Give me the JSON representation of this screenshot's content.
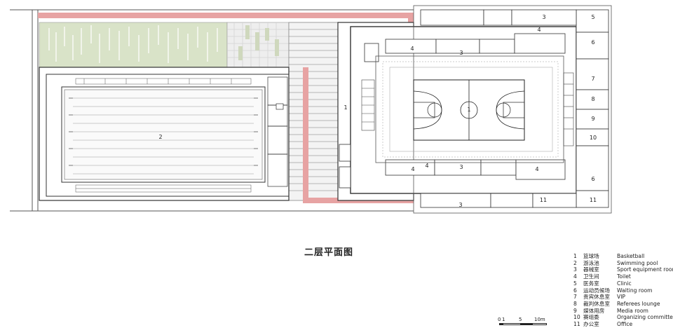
{
  "plan": {
    "title": "二层平面图",
    "room_numbers": [
      "2",
      "1",
      "1",
      "3",
      "3",
      "3",
      "3",
      "4",
      "4",
      "4",
      "4",
      "4",
      "5",
      "6",
      "6",
      "7",
      "8",
      "9",
      "10",
      "11",
      "11"
    ]
  },
  "legend": {
    "items": [
      {
        "num": "1",
        "zh": "篮球场",
        "en": "Basketball"
      },
      {
        "num": "2",
        "zh": "游泳池",
        "en": "Swimming pool"
      },
      {
        "num": "3",
        "zh": "器械室",
        "en": "Sport equipment room"
      },
      {
        "num": "4",
        "zh": "卫生间",
        "en": "Toilet"
      },
      {
        "num": "5",
        "zh": "医务室",
        "en": "Clinic"
      },
      {
        "num": "6",
        "zh": "运动员候场",
        "en": "Waiting room"
      },
      {
        "num": "7",
        "zh": "贵宾休息室",
        "en": "VIP"
      },
      {
        "num": "8",
        "zh": "裁判休息室",
        "en": "Referees lounge"
      },
      {
        "num": "9",
        "zh": "媒体用房",
        "en": "Media room"
      },
      {
        "num": "10",
        "zh": "赛组委",
        "en": "Organizing committee"
      },
      {
        "num": "11",
        "zh": "办公室",
        "en": "Office"
      }
    ]
  },
  "scale_bar": {
    "labels": [
      "0",
      "1",
      "5",
      "10m"
    ]
  },
  "colors": {
    "walkway": "#e7a3a3",
    "green_roof": "#d9e3c8",
    "line": "#333333"
  }
}
